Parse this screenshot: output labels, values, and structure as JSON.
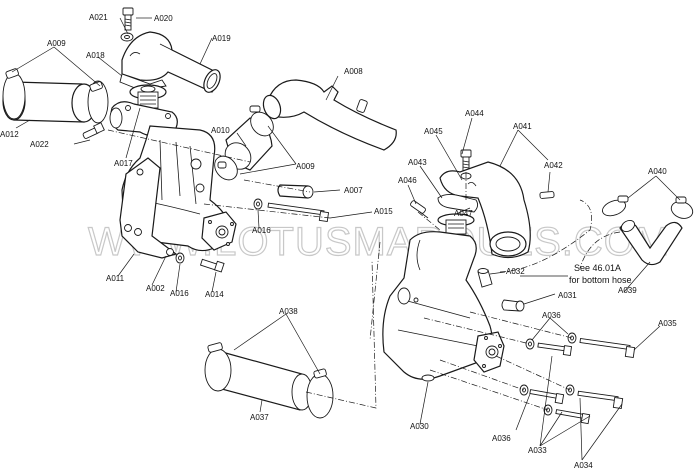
{
  "diagram": {
    "title": "Water pump and thermostat housing exploded view",
    "watermark": "WWW.LOTUSMARQUES.COM",
    "note": {
      "line1": "See 46.01A",
      "line2": "for bottom hose"
    },
    "labels": {
      "A002": "A002",
      "A007": "A007",
      "A008": "A008",
      "A009a": "A009",
      "A009b": "A009",
      "A010": "A010",
      "A011": "A011",
      "A012": "A012",
      "A014": "A014",
      "A015": "A015",
      "A016a": "A016",
      "A016b": "A016",
      "A017": "A017",
      "A018": "A018",
      "A019": "A019",
      "A020": "A020",
      "A021": "A021",
      "A022": "A022",
      "A030": "A030",
      "A031": "A031",
      "A032": "A032",
      "A033": "A033",
      "A034": "A034",
      "A035": "A035",
      "A036a": "A036",
      "A036b": "A036",
      "A037": "A037",
      "A038": "A038",
      "A039": "A039",
      "A040": "A040",
      "A041": "A041",
      "A042": "A042",
      "A043": "A043",
      "A044": "A044",
      "A045": "A045",
      "A046": "A046",
      "A047": "A047"
    }
  }
}
